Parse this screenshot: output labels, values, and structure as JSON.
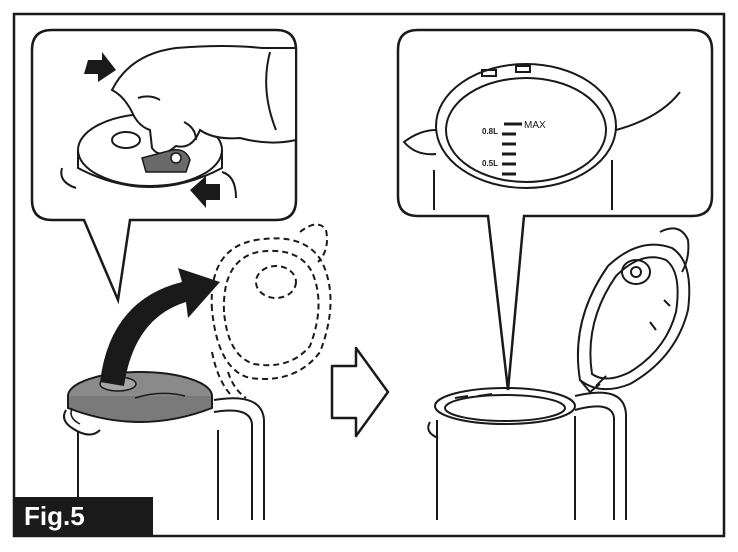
{
  "figure": {
    "label": "Fig.5"
  },
  "right_panel": {
    "scale_max_label": "MAX",
    "scale_upper_label": "0.8L",
    "scale_lower_label": "0.5L"
  },
  "colors": {
    "line": "#1a1a1a",
    "lid_fill": "#8a8a8a",
    "label_bg": "#1a1a1a",
    "label_text": "#ffffff"
  },
  "icons": [
    "press-arrow-icon",
    "rotate-arrow-icon",
    "next-step-arrow-icon"
  ]
}
